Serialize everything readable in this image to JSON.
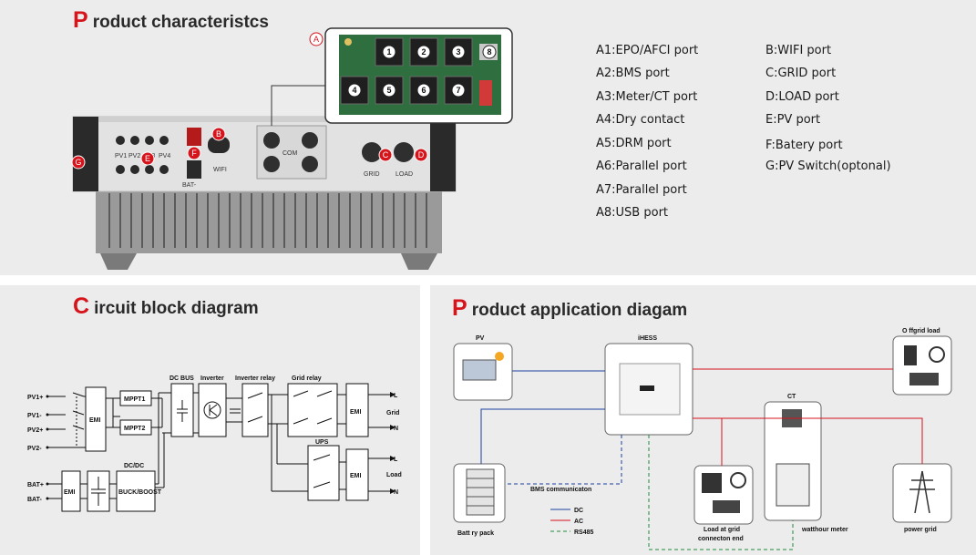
{
  "top": {
    "title_initial": "P",
    "title_rest": "roduct characteristcs",
    "ports_left": [
      "A1:EPO/AFCI port",
      "A2:BMS port",
      "A3:Meter/CT port",
      "A4:Dry contact",
      "A5:DRM port",
      "A6:Parallel port",
      "A7:Parallel port",
      "A8:USB port"
    ],
    "ports_right": [
      "B:WIFI port",
      "C:GRID port",
      "D:LOAD port",
      "E:PV port",
      "F:Batery port",
      "G:PV Switch(optonal)"
    ],
    "callouts": {
      "a": "A",
      "b": "B",
      "c": "C",
      "d": "D",
      "e": "E",
      "f": "F",
      "g": "G"
    },
    "port_numbers": [
      "1",
      "2",
      "3",
      "4",
      "5",
      "6",
      "7",
      "8"
    ],
    "device_labels": {
      "pv1": "PV1",
      "pv2": "PV2",
      "pv3": "PV3",
      "pv4": "PV4",
      "com": "COM",
      "grid": "GRID",
      "load": "LOAD",
      "wifi": "WIFI",
      "bat": "BAT-"
    },
    "accent": "#d6141c"
  },
  "circuit": {
    "title_initial": "C",
    "title_rest": "ircuit block diagram",
    "inputs": [
      "PV1+",
      "PV1-",
      "PV2+",
      "PV2-",
      "BAT+",
      "BAT-"
    ],
    "blocks": {
      "emi": "EMI",
      "mppt1": "MPPT1",
      "mppt2": "MPPT2",
      "dcdc": "DC/DC",
      "buck": "BUCK/BOOST"
    },
    "headers": {
      "dcbus": "DC BUS",
      "inverter": "Inverter",
      "inv_relay": "Inverter relay",
      "grid_relay": "Grid relay",
      "ups": "UPS"
    },
    "outputs": {
      "l1": "L",
      "n1": "N",
      "grid": "Grid",
      "l2": "L",
      "n2": "N",
      "load": "Load"
    }
  },
  "application": {
    "title_initial": "P",
    "title_rest": "roduct application diagam",
    "labels": {
      "pv": "PV",
      "ihess": "iHESS",
      "offgrid": "O ffgrid load",
      "ct": "CT",
      "bms": "BMS communicaton",
      "battery": "Batt  ry pack",
      "load_grid_1": "Load at grid",
      "load_grid_2": "connecton end",
      "meter": "watthour meter",
      "power_grid": "power grid"
    },
    "legend": [
      "DC",
      "AC",
      "RS485"
    ],
    "colors": {
      "dc": "#1c3f9e",
      "ac": "#d6141c",
      "rs485": "#1f8a3a"
    }
  }
}
